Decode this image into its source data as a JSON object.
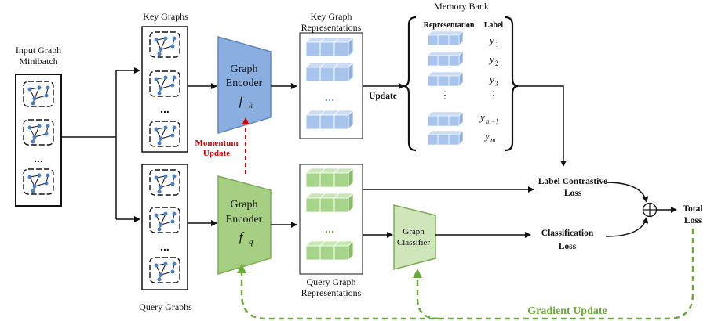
{
  "input": {
    "title_line1": "Input Graph",
    "title_line2": "Minibatch"
  },
  "key_graphs": {
    "title": "Key Graphs"
  },
  "query_graphs": {
    "title": "Query Graphs"
  },
  "key_encoder": {
    "line1": "Graph",
    "line2": "Encoder",
    "symbol": "f",
    "subscript": "k",
    "color": "#8aaee0"
  },
  "query_encoder": {
    "line1": "Graph",
    "line2": "Encoder",
    "symbol": "f",
    "subscript": "q",
    "color": "#a6cf84"
  },
  "key_reps": {
    "title_line1": "Key Graph",
    "title_line2": "Representations",
    "color": "#a9c4ec"
  },
  "query_reps": {
    "title_line1": "Query Graph",
    "title_line2": "Representations",
    "color": "#a6d48a"
  },
  "memory_bank": {
    "title": "Memory Bank",
    "col_representation": "Representation",
    "col_label": "Label",
    "labels": [
      {
        "base": "y",
        "sub": "1"
      },
      {
        "base": "y",
        "sub": "2"
      },
      {
        "base": "y",
        "sub": "3"
      },
      {
        "base": "y",
        "sub": "m−1"
      },
      {
        "base": "y",
        "sub": "m"
      }
    ]
  },
  "update_label": "Update",
  "momentum": {
    "line1": "Momentum",
    "line2": "Update",
    "color": "#d40000"
  },
  "classifier": {
    "line1": "Graph",
    "line2": "Classifier"
  },
  "label_contrastive_loss": {
    "line1": "Label Contrastive",
    "line2": "Loss"
  },
  "classification_loss": {
    "line1": "Classification",
    "line2": "Loss"
  },
  "total_loss": {
    "line1": "Total",
    "line2": "Loss"
  },
  "sum_symbol": "⊕",
  "ellipsis": "...",
  "ellipsis_vertical": "⋮",
  "gradient_update": {
    "label": "Gradient Update",
    "color": "#6aaa3a"
  }
}
